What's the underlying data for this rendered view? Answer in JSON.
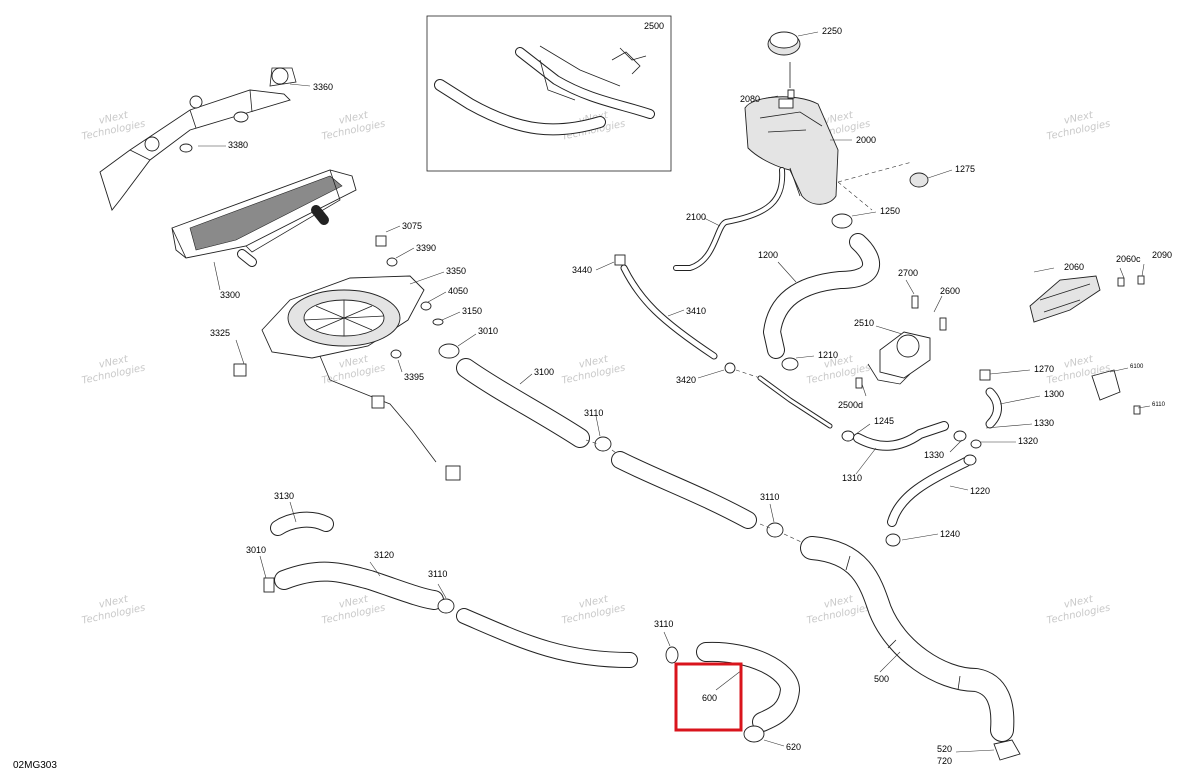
{
  "diagram_code": "02MG303",
  "watermark": {
    "line1": "vNext",
    "line2": "Technologies"
  },
  "highlight": {
    "label": "600",
    "color": "#d9141c"
  },
  "callouts": {
    "c2500": "2500",
    "c2250": "2250",
    "c2080": "2080",
    "c2000": "2000",
    "c1275": "1275",
    "c1250": "1250",
    "c3360": "3360",
    "c3380": "3380",
    "c3300": "3300",
    "c3075": "3075",
    "c3390": "3390",
    "c3350": "3350",
    "c4050": "4050",
    "c3150": "3150",
    "c3010a": "3010",
    "c3325": "3325",
    "c3395": "3395",
    "c3100": "3100",
    "c3110a": "3110",
    "c3110b": "3110",
    "c3110c": "3110",
    "c3110d": "3110",
    "c2100": "2100",
    "c3440": "3440",
    "c3410": "3410",
    "c3420": "3420",
    "c1200": "1200",
    "c2700": "2700",
    "c2600": "2600",
    "c2510": "2510",
    "c1210": "1210",
    "c2500d": "2500d",
    "c2060": "2060",
    "c2060c": "2060c",
    "c2090": "2090",
    "c1270": "1270",
    "c1300": "1300",
    "c6100": "6100",
    "c6110": "6110",
    "c1245": "1245",
    "c1330a": "1330",
    "c1330b": "1330",
    "c1320": "1320",
    "c1310": "1310",
    "c1220": "1220",
    "c1240": "1240",
    "c3130": "3130",
    "c3010b": "3010",
    "c3120": "3120",
    "c500": "500",
    "c620": "620",
    "c520": "520",
    "c720": "720"
  }
}
